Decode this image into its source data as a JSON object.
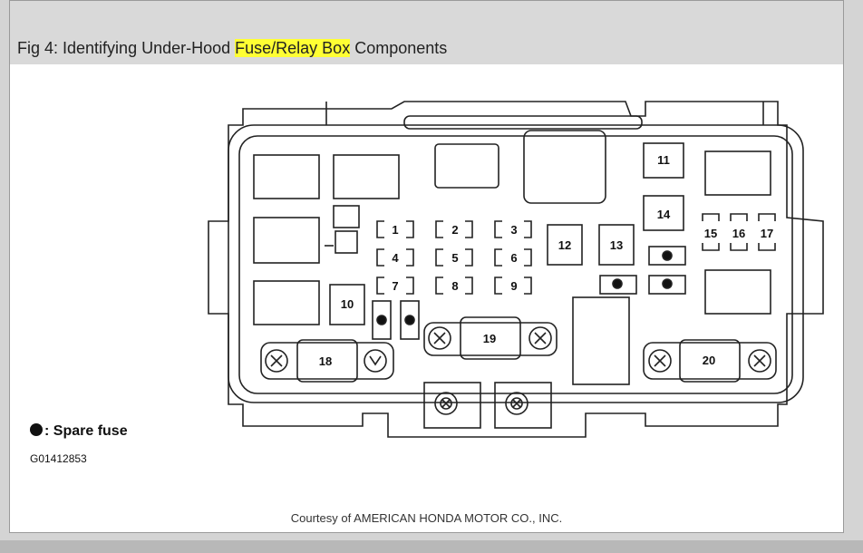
{
  "title": {
    "prefix": "Fig 4: Identifying Under-Hood ",
    "highlight": "Fuse/Relay Box",
    "suffix": " Components"
  },
  "highlight_color": "#ffff33",
  "legend": {
    "symbol": "filled-circle-icon",
    "label": ": Spare fuse"
  },
  "figure_code": "G01412853",
  "credit": "Courtesy of AMERICAN HONDA MOTOR CO., INC.",
  "fuse_labels": [
    "1",
    "2",
    "3",
    "4",
    "5",
    "6",
    "7",
    "8",
    "9",
    "10",
    "11",
    "12",
    "13",
    "14",
    "15",
    "16",
    "17",
    "18",
    "19",
    "20"
  ]
}
